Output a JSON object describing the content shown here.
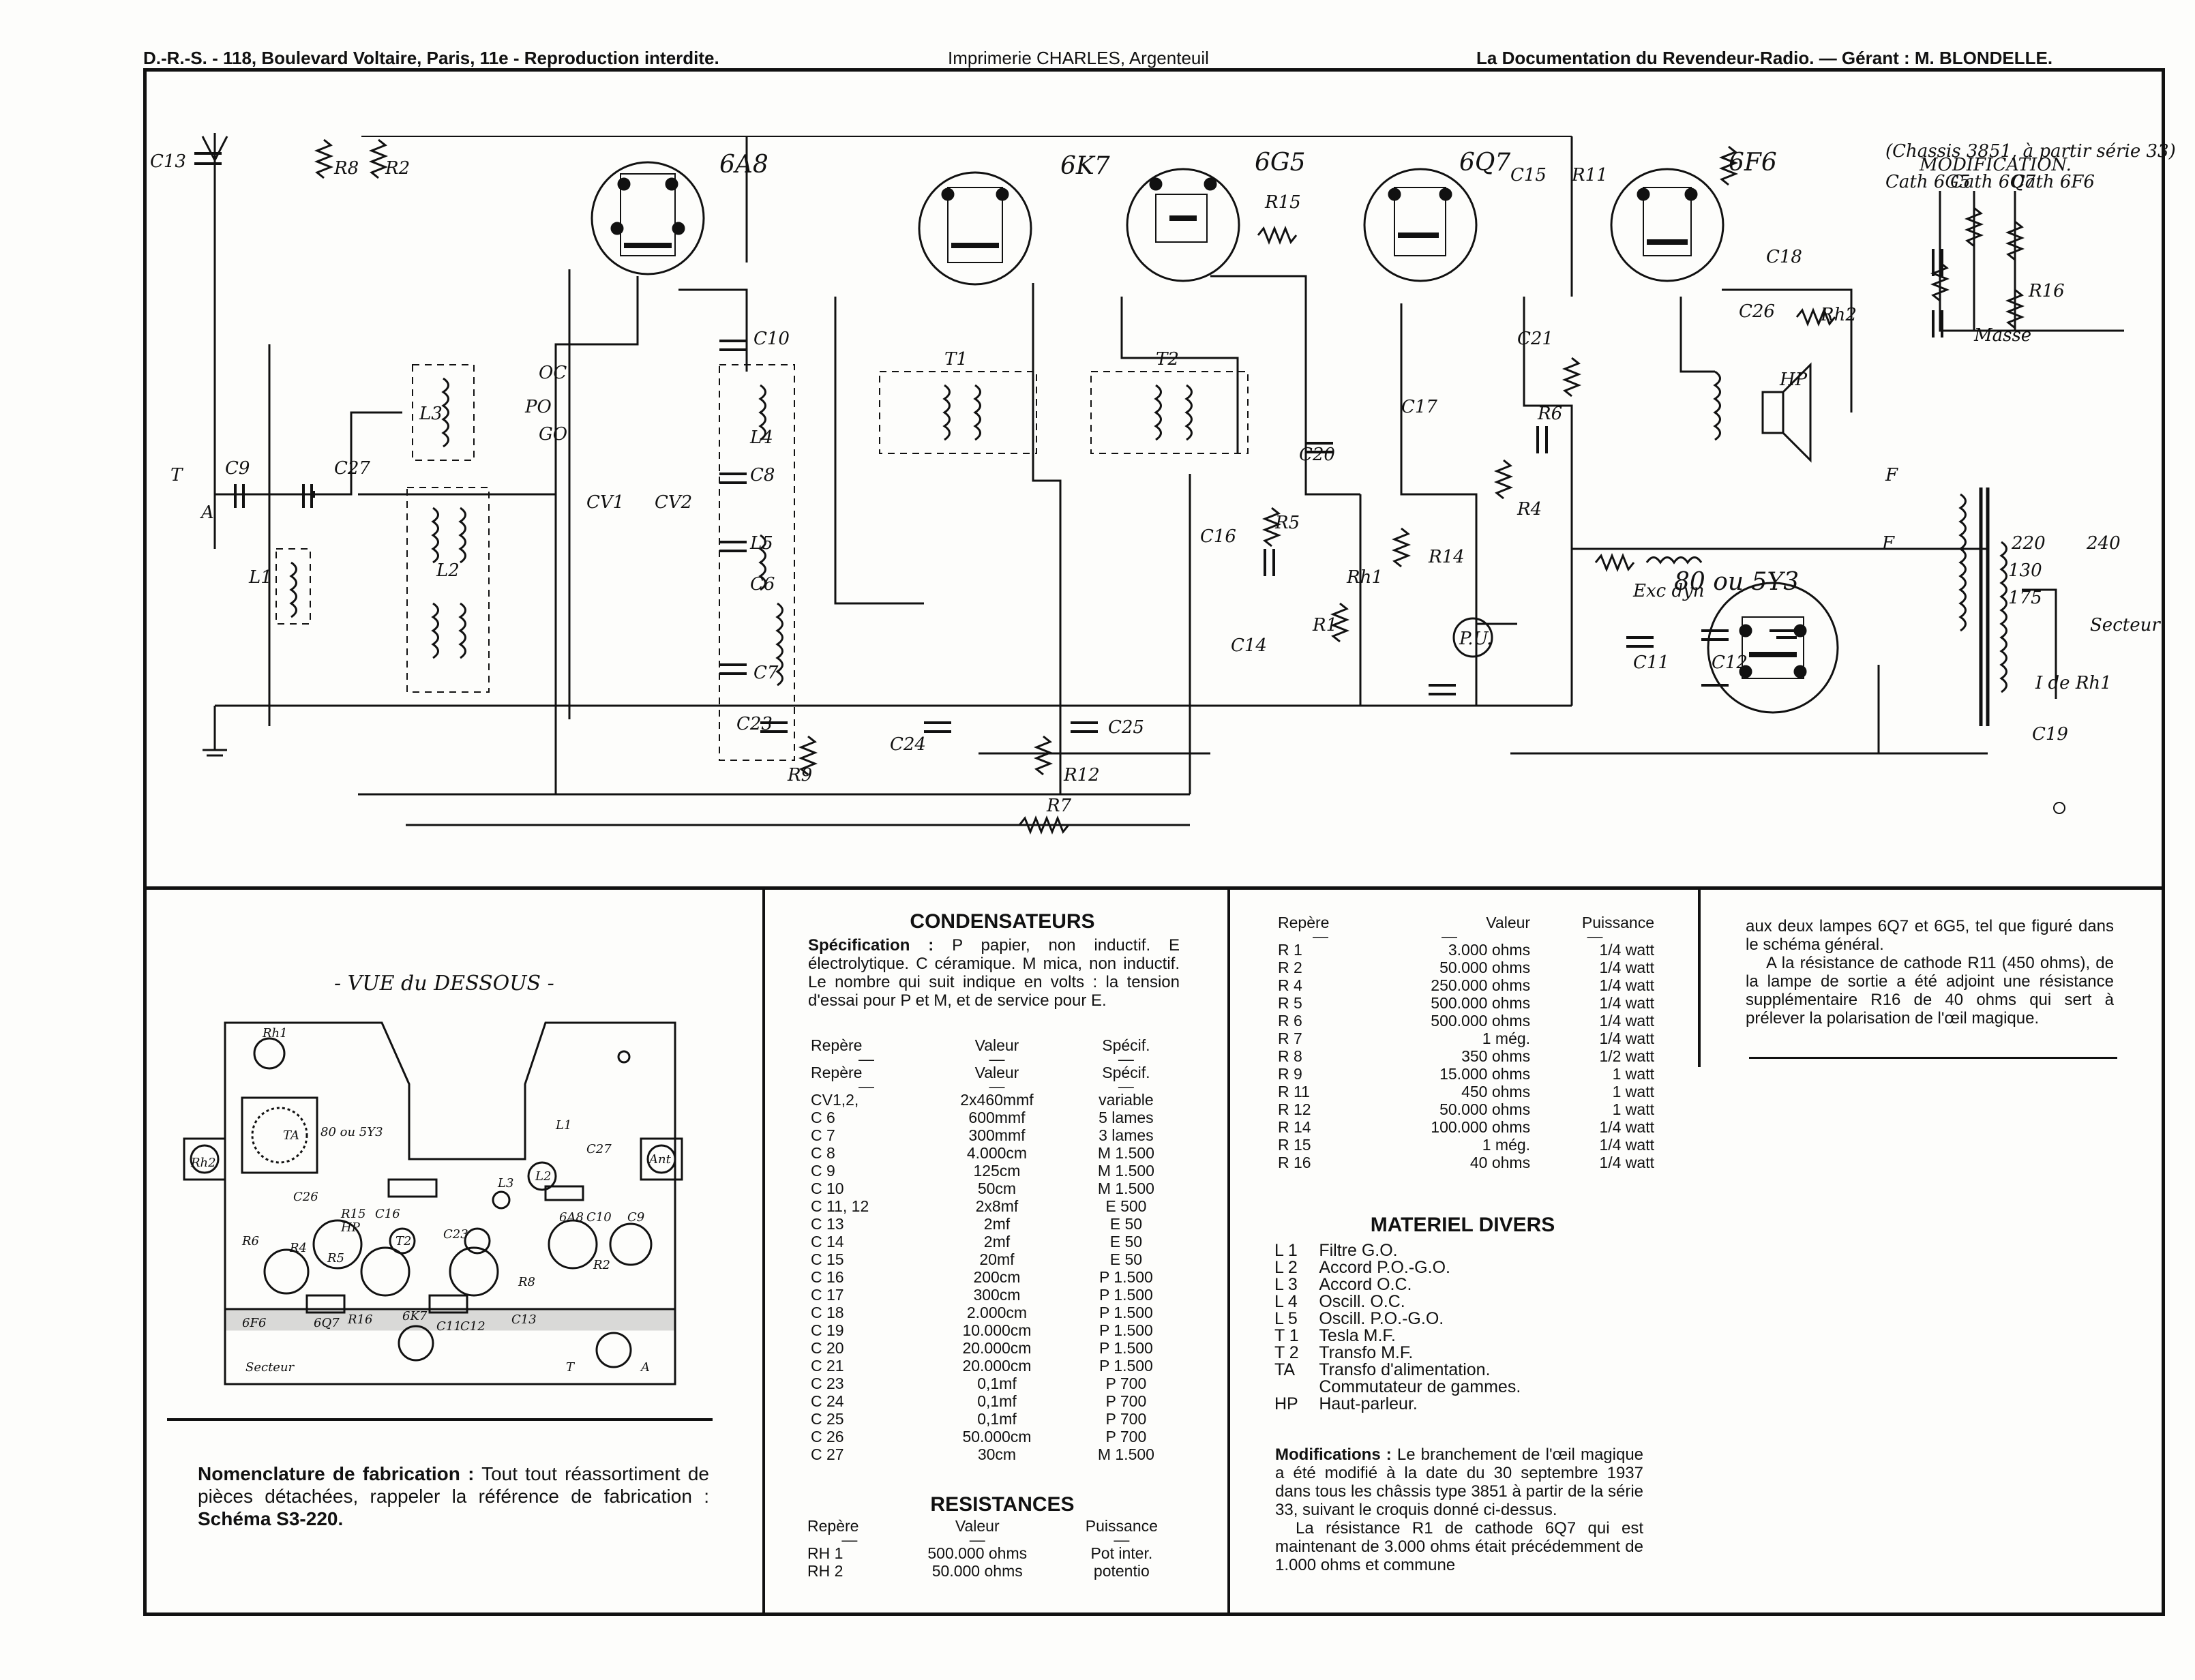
{
  "header": {
    "left": "D.-R.-S. - 118, Boulevard Voltaire, Paris, 11e - Reproduction interdite.",
    "center": "Imprimerie CHARLES, Argenteuil",
    "right": "La Documentation du Revendeur-Radio. — Gérant : M. BLONDELLE."
  },
  "schematic": {
    "tubes": [
      "6A8",
      "6K7",
      "6G5",
      "6Q7",
      "6F6",
      "80 ou 5Y3"
    ],
    "modification_note": [
      "(Chassis 3851, à partir série 33)",
      "MODIFICATION."
    ],
    "labels": {
      "c13": "C13",
      "r8": "R8",
      "r2": "R2",
      "c10": "C10",
      "l3": "L3",
      "l4": "L4",
      "c8": "C8",
      "l5": "L5",
      "c6": "C6",
      "c7": "C7",
      "l1": "L1",
      "l2": "L2",
      "c9": "C9",
      "c27": "C27",
      "cv1": "CV1",
      "cv2": "CV2",
      "t1": "T1",
      "t2": "T2",
      "r15": "R15",
      "c15": "C15",
      "r11": "R11",
      "c17": "C17",
      "c20": "C20",
      "c16": "C16",
      "r5": "R5",
      "c14": "C14",
      "r1": "R1",
      "rh1": "Rh1",
      "r14": "R14",
      "pu": "P.U.",
      "c21": "C21",
      "r6": "R6",
      "r4": "R4",
      "c18": "C18",
      "c26": "C26",
      "rh2": "Rh2",
      "hp": "HP",
      "exc": "Exc dyn",
      "c11": "C11",
      "c12": "C12",
      "c19": "C19",
      "c23": "C23",
      "c24": "C24",
      "c25": "C25",
      "r9": "R9",
      "r12": "R12",
      "r7": "R7",
      "r16": "R16",
      "ta_t": "T",
      "ta_a": "A",
      "v220": "220",
      "v240": "240",
      "v130": "130",
      "v175": "175",
      "f1": "F",
      "f2": "F",
      "secteur": "Secteur",
      "inter": "I de Rh1",
      "mc1": "Cath 6G5",
      "mc2": "Cath 6Q7",
      "mc3": "Cath 6F6",
      "masse": "Masse",
      "oc": "OC",
      "po": "PO",
      "go": "GO"
    }
  },
  "vue": {
    "title": "- VUE du DESSOUS -",
    "labels": [
      "Rh1",
      "TA",
      "80 ou 5Y3",
      "Rh2",
      "L1",
      "L2",
      "C27",
      "Ant",
      "C26",
      "R15",
      "C16",
      "HP",
      "R6",
      "R4",
      "R5",
      "T2",
      "C23",
      "6A8",
      "C10",
      "C9",
      "L3",
      "R2",
      "6F6",
      "6Q7",
      "R16",
      "6K7",
      "C11",
      "C13",
      "R8",
      "C12",
      "Secteur",
      "T",
      "A"
    ]
  },
  "nomenclature": {
    "bold1": "Nomenclature de fabrication :",
    "text": " Tout tout réassortiment de pièces détachées, rappeler la référence de fabrication :",
    "bold2": " Schéma S3-220."
  },
  "condensateurs": {
    "title": "CONDENSATEURS",
    "spec_bold": "Spécification :",
    "spec_text": " P papier, non inductif. E électrolytique. C céramique. M mica, non inductif. Le nombre qui suit indique en volts : la tension d'essai pour P et M, et de service pour E.",
    "head1": [
      "Repère",
      "Valeur",
      "Spécif."
    ],
    "head2": [
      "Repère",
      "Valeur",
      "Spécif."
    ],
    "rows": [
      [
        "CV1,2,",
        "2x460mmf",
        "variable"
      ],
      [
        "C 6",
        "600mmf",
        "5 lames"
      ],
      [
        "C 7",
        "300mmf",
        "3 lames"
      ],
      [
        "C 8",
        "4.000cm",
        "M 1.500"
      ],
      [
        "C 9",
        "125cm",
        "M 1.500"
      ],
      [
        "C 10",
        "50cm",
        "M 1.500"
      ],
      [
        "C 11, 12",
        "2x8mf",
        "E 500"
      ],
      [
        "C 13",
        "2mf",
        "E 50"
      ],
      [
        "C 14",
        "2mf",
        "E 50"
      ],
      [
        "C 15",
        "20mf",
        "E 50"
      ],
      [
        "C 16",
        "200cm",
        "P 1.500"
      ],
      [
        "C 17",
        "300cm",
        "P 1.500"
      ],
      [
        "C 18",
        "2.000cm",
        "P 1.500"
      ],
      [
        "C 19",
        "10.000cm",
        "P 1.500"
      ],
      [
        "C 20",
        "20.000cm",
        "P 1.500"
      ],
      [
        "C 21",
        "20.000cm",
        "P 1.500"
      ],
      [
        "C 23",
        "0,1mf",
        "P 700"
      ],
      [
        "C 24",
        "0,1mf",
        "P 700"
      ],
      [
        "C 25",
        "0,1mf",
        "P 700"
      ],
      [
        "C 26",
        "50.000cm",
        "P 700"
      ],
      [
        "C 27",
        "30cm",
        "M 1.500"
      ]
    ]
  },
  "resistances": {
    "title": "RESISTANCES",
    "head": [
      "Repère",
      "Valeur",
      "Puissance"
    ],
    "rows": [
      [
        "RH 1",
        "500.000 ohms",
        "Pot inter."
      ],
      [
        "RH 2",
        "50.000 ohms",
        "potentio"
      ]
    ]
  },
  "resistances2": {
    "head": [
      "Repère",
      "Valeur",
      "Puissance"
    ],
    "rows": [
      [
        "R 1",
        "3.000 ohms",
        "1/4 watt"
      ],
      [
        "R 2",
        "50.000 ohms",
        "1/4 watt"
      ],
      [
        "R 4",
        "250.000 ohms",
        "1/4 watt"
      ],
      [
        "R 5",
        "500.000 ohms",
        "1/4 watt"
      ],
      [
        "R 6",
        "500.000 ohms",
        "1/4 watt"
      ],
      [
        "R 7",
        "1 még.",
        "1/4 watt"
      ],
      [
        "R 8",
        "350 ohms",
        "1/2 watt"
      ],
      [
        "R 9",
        "15.000 ohms",
        "1 watt"
      ],
      [
        "R 11",
        "450 ohms",
        "1 watt"
      ],
      [
        "R 12",
        "50.000 ohms",
        "1 watt"
      ],
      [
        "R 14",
        "100.000 ohms",
        "1/4 watt"
      ],
      [
        "R 15",
        "1 még.",
        "1/4 watt"
      ],
      [
        "R 16",
        "40 ohms",
        "1/4 watt"
      ]
    ]
  },
  "materiel": {
    "title": "MATERIEL DIVERS",
    "rows": [
      [
        "L 1",
        "Filtre G.O."
      ],
      [
        "L 2",
        "Accord P.O.-G.O."
      ],
      [
        "L 3",
        "Accord O.C."
      ],
      [
        "L 4",
        "Oscill. O.C."
      ],
      [
        "L 5",
        "Oscill. P.O.-G.O."
      ],
      [
        "T 1",
        "Tesla M.F."
      ],
      [
        "T 2",
        "Transfo M.F."
      ],
      [
        "TA",
        "Transfo d'alimentation."
      ],
      [
        "",
        "Commutateur de gammes."
      ],
      [
        "HP",
        "Haut-parleur."
      ]
    ]
  },
  "modifications": {
    "bold": "Modifications :",
    "text": " Le branchement de l'œil magique a été modifié à la date du 30 septembre 1937 dans tous les châssis type 3851 à partir de la série 33, suivant le croquis donné ci-dessus.",
    "text2": "La résistance R1 de cathode 6Q7 qui est maintenant de 3.000 ohms était précédemment de 1.000 ohms et commune",
    "continued": "aux deux lampes 6Q7 et 6G5, tel que figuré dans le schéma général.",
    "continued2": "A la résistance de cathode R11 (450 ohms), de la lampe de sortie a été adjoint une résistance supplémentaire R16 de 40 ohms qui sert à prélever la polarisation de l'œil magique."
  }
}
